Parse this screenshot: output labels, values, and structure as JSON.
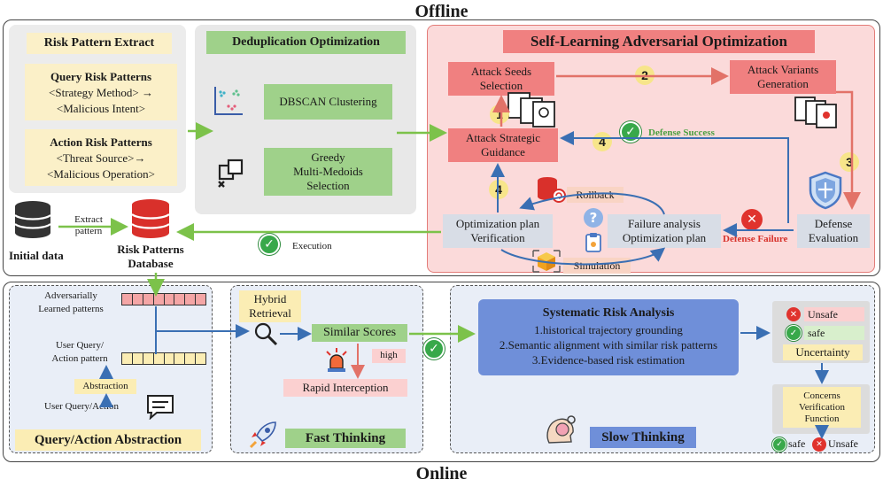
{
  "sections": {
    "offline": "Offline",
    "online": "Online"
  },
  "risk_extract": {
    "title": "Risk Pattern Extract",
    "query_title": "Query Risk Patterns",
    "query_line1": "<Strategy Method> →",
    "query_line2": "<Malicious Intent>",
    "action_title": "Action Risk Patterns",
    "action_line1": "<Threat Source>→",
    "action_line2": "<Malicious Operation>"
  },
  "dedup": {
    "title": "Deduplication Optimization",
    "dbscan": "DBSCAN Clustering",
    "greedy_l1": "Greedy",
    "greedy_l2": "Multi-Medoids",
    "greedy_l3": "Selection"
  },
  "self_learning": {
    "title": "Self-Learning Adversarial Optimization",
    "attack_seeds_l1": "Attack Seeds",
    "attack_seeds_l2": "Selection",
    "attack_variants_l1": "Attack Variants",
    "attack_variants_l2": "Generation",
    "attack_strategic_l1": "Attack Strategic",
    "attack_strategic_l2": "Guidance",
    "defense_success": "Defense Success",
    "defense_failure": "Defense Failure",
    "defense_eval_l1": "Defense",
    "defense_eval_l2": "Evaluation",
    "rollback": "Rollback",
    "opt_plan_l1": "Optimization plan",
    "opt_plan_l2": "Verification",
    "failure_l1": "Failure analysis",
    "failure_l2": "Optimization plan",
    "simulation": "Simulation",
    "steps": [
      "1",
      "2",
      "3",
      "4",
      "4"
    ]
  },
  "data_flow": {
    "extract_l1": "Extract",
    "extract_l2": "pattern",
    "initial_data": "Initial data",
    "db_l1": "Risk Patterns",
    "db_l2": "Database",
    "execution": "Execution"
  },
  "abstraction": {
    "adv_l1": "Adversarially",
    "adv_l2": "Learned patterns",
    "uq_l1": "User Query/",
    "uq_l2": "Action pattern",
    "abstraction": "Abstraction",
    "user_query": "User Query/Action",
    "title": "Query/Action Abstraction"
  },
  "fast": {
    "hybrid_l1": "Hybrid",
    "hybrid_l2": "Retrieval",
    "similar": "Similar Scores",
    "high": "high",
    "rapid": "Rapid Interception",
    "title": "Fast Thinking"
  },
  "slow": {
    "sys_title": "Systematic Risk Analysis",
    "sys_l1": "1.historical trajectory  grounding",
    "sys_l2": "2.Semantic alignment with similar risk patterns",
    "sys_l3": "3.Evidence-based risk estimation",
    "unsafe": "Unsafe",
    "safe": "safe",
    "uncertainty": "Uncertainty",
    "concerns_l1": "Concerns",
    "concerns_l2": "Verification",
    "concerns_l3": "Function",
    "final_safe": "safe",
    "final_unsafe": "Unsafe",
    "title": "Slow Thinking"
  },
  "colors": {
    "green_box": "#9fd18a",
    "red_box": "#f08080",
    "pink_panel": "#fbdada",
    "gray_panel": "#e8e8e8",
    "blue_box": "#6f8fd9",
    "arrow_green": "#7cc24a",
    "arrow_blue": "#3a6fb3",
    "arrow_red": "#e27268"
  }
}
